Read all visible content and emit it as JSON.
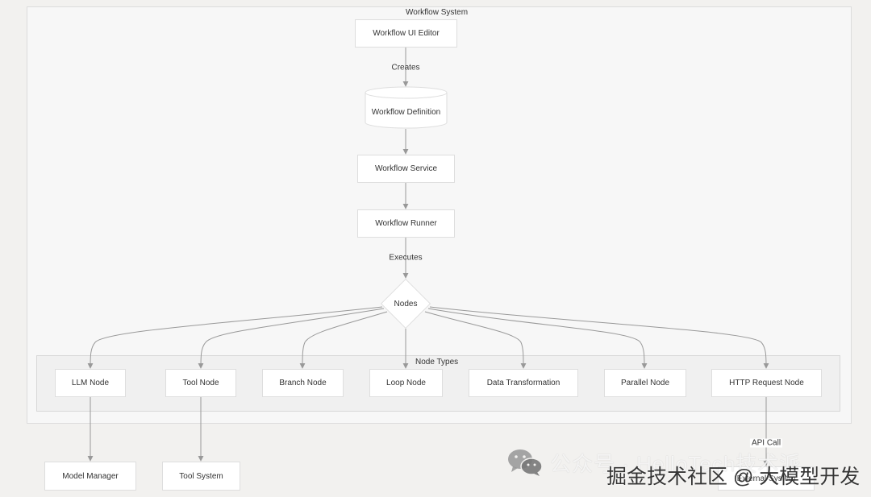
{
  "clusters": {
    "workflow_system": "Workflow System",
    "node_types": "Node Types"
  },
  "nodes": {
    "ui_editor": "Workflow UI Editor",
    "definition": "Workflow Definition",
    "service": "Workflow Service",
    "runner": "Workflow Runner",
    "nodes": "Nodes",
    "llm": "LLM Node",
    "tool": "Tool Node",
    "branch": "Branch Node",
    "loop": "Loop Node",
    "data_transformation": "Data Transformation",
    "parallel": "Parallel Node",
    "http": "HTTP Request Node",
    "model_manager": "Model Manager",
    "tool_system": "Tool System",
    "external": "External System"
  },
  "edges": {
    "creates": "Creates",
    "executes": "Executes",
    "api_call": "API Call"
  },
  "watermark": {
    "line1": "公众号 · HelloTech技术派",
    "line2": "掘金技术社区 @ 大模型开发",
    "icon": "wechat-icon"
  },
  "colors": {
    "edge": "#999999",
    "node_fill": "#ffffff",
    "node_border": "#dedede",
    "cluster_fill": "#f7f7f7",
    "background": "#f2f1ef"
  }
}
